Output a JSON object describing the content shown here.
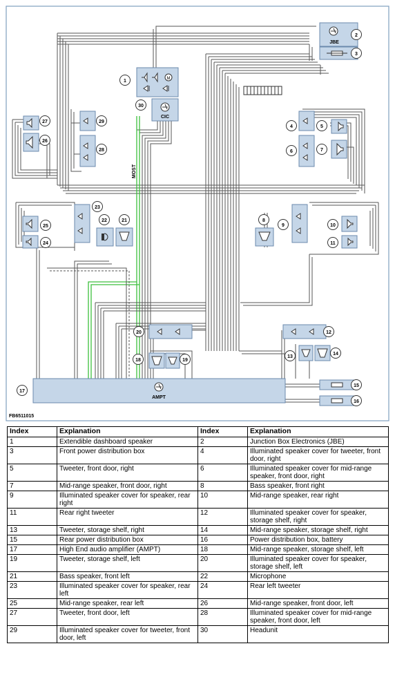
{
  "figure_id": "FB6511015",
  "bus_label": "MOST",
  "modules": {
    "jbe": "JBE",
    "cic": "CIC",
    "ampt": "AMPT"
  },
  "callouts": [
    "1",
    "2",
    "3",
    "4",
    "5",
    "6",
    "7",
    "8",
    "9",
    "10",
    "11",
    "12",
    "13",
    "14",
    "15",
    "16",
    "17",
    "18",
    "19",
    "20",
    "21",
    "22",
    "23",
    "24",
    "25",
    "26",
    "27",
    "28",
    "29",
    "30"
  ],
  "legend": {
    "headers": [
      "Index",
      "Explanation",
      "Index",
      "Explanation"
    ],
    "rows": [
      {
        "i1": "1",
        "e1": "Extendible dashboard speaker",
        "i2": "2",
        "e2": "Junction Box Electronics (JBE)"
      },
      {
        "i1": "3",
        "e1": "Front power distribution box",
        "i2": "4",
        "e2": "Illuminated speaker cover for tweeter, front door, right"
      },
      {
        "i1": "5",
        "e1": "Tweeter, front door, right",
        "i2": "6",
        "e2": "Illuminated speaker cover for mid-range speaker, front door, right"
      },
      {
        "i1": "7",
        "e1": "Mid-range speaker, front door, right",
        "i2": "8",
        "e2": "Bass speaker, front right"
      },
      {
        "i1": "9",
        "e1": "Illuminated speaker cover for speaker, rear right",
        "i2": "10",
        "e2": "Mid-range speaker, rear right"
      },
      {
        "i1": "11",
        "e1": "Rear right tweeter",
        "i2": "12",
        "e2": "Illuminated speaker cover for speaker, storage shelf, right"
      },
      {
        "i1": "13",
        "e1": "Tweeter, storage shelf, right",
        "i2": "14",
        "e2": "Mid-range speaker, storage shelf, right"
      },
      {
        "i1": "15",
        "e1": "Rear power distribution box",
        "i2": "16",
        "e2": "Power distribution box, battery"
      },
      {
        "i1": "17",
        "e1": "High End audio amplifier (AMPT)",
        "i2": "18",
        "e2": "Mid-range speaker, storage shelf, left"
      },
      {
        "i1": "19",
        "e1": "Tweeter, storage shelf, left",
        "i2": "20",
        "e2": "Illuminated speaker cover for speaker, storage shelf, left"
      },
      {
        "i1": "21",
        "e1": "Bass speaker, front left",
        "i2": "22",
        "e2": "Microphone"
      },
      {
        "i1": "23",
        "e1": "Illuminated speaker cover for speaker, rear left",
        "i2": "24",
        "e2": "Rear left tweeter"
      },
      {
        "i1": "25",
        "e1": "Mid-range speaker, rear left",
        "i2": "26",
        "e2": "Mid-range speaker, front door, left"
      },
      {
        "i1": "27",
        "e1": "Tweeter, front door, left",
        "i2": "28",
        "e2": "Illuminated speaker cover for mid-range speaker, front door, left"
      },
      {
        "i1": "29",
        "e1": "Illuminated speaker cover for tweeter, front door, left",
        "i2": "30",
        "e2": "Headunit"
      }
    ]
  }
}
